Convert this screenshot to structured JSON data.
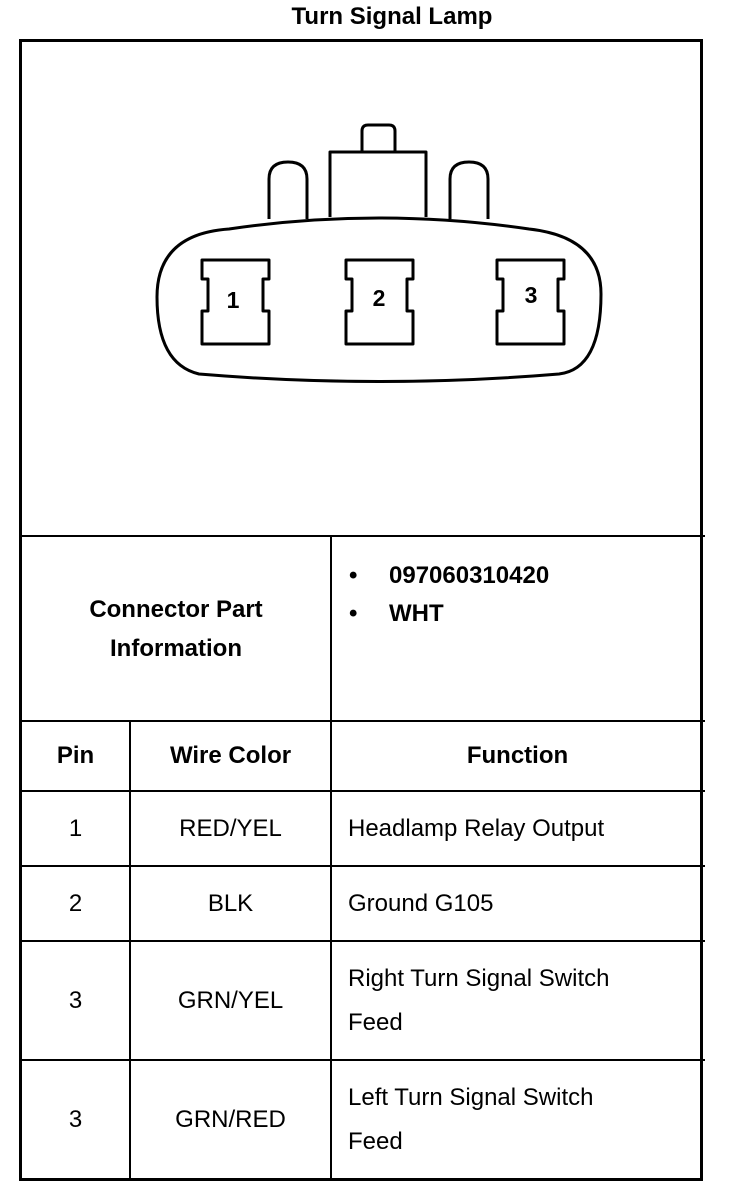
{
  "title": "Turn Signal Lamp",
  "connector": {
    "pins": [
      "1",
      "2",
      "3"
    ]
  },
  "part_info": {
    "label_line1": "Connector Part",
    "label_line2": "Information",
    "items": [
      "097060310420",
      "WHT"
    ]
  },
  "table": {
    "headers": [
      "Pin",
      "Wire Color",
      "Function"
    ],
    "rows": [
      {
        "pin": "1",
        "color": "RED/YEL",
        "function_line1": "Headlamp Relay Output",
        "function_line2": ""
      },
      {
        "pin": "2",
        "color": "BLK",
        "function_line1": "Ground G105",
        "function_line2": ""
      },
      {
        "pin": "3",
        "color": "GRN/YEL",
        "function_line1": "Right Turn Signal Switch",
        "function_line2": "Feed"
      },
      {
        "pin": "3",
        "color": "GRN/RED",
        "function_line1": "Left Turn Signal Switch",
        "function_line2": "Feed"
      }
    ]
  }
}
